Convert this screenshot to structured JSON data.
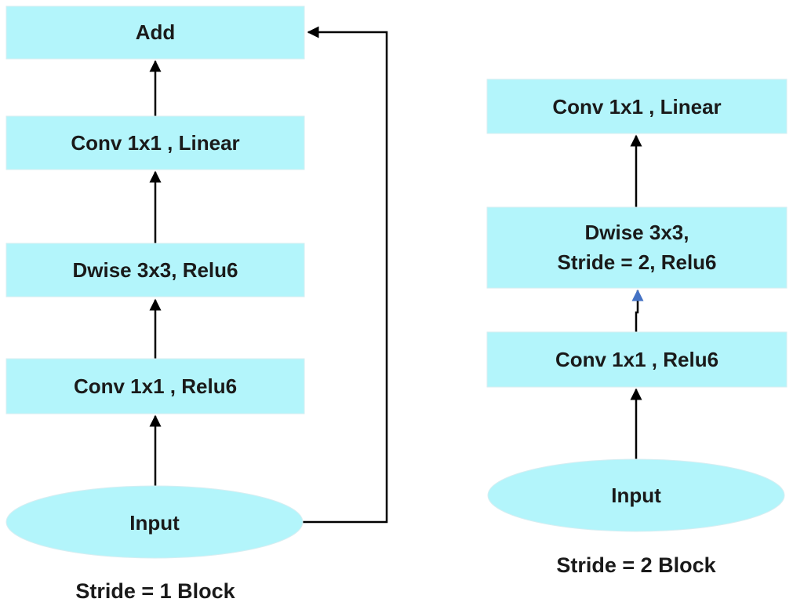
{
  "stride1": {
    "caption": "Stride = 1 Block",
    "nodes": {
      "add": "Add",
      "conv_linear": "Conv 1x1 , Linear",
      "dwise": "Dwise 3x3, Relu6",
      "conv_relu": "Conv 1x1 , Relu6",
      "input": "Input"
    }
  },
  "stride2": {
    "caption": "Stride = 2 Block",
    "nodes": {
      "conv_linear": "Conv 1x1 , Linear",
      "dwise_line1": "Dwise 3x3,",
      "dwise_line2": "Stride = 2, Relu6",
      "conv_relu": "Conv 1x1 , Relu6",
      "input": "Input"
    }
  },
  "colors": {
    "node_fill": "#b3f5fb",
    "arrow": "#000000",
    "accent_arrowhead": "#4472c4"
  }
}
